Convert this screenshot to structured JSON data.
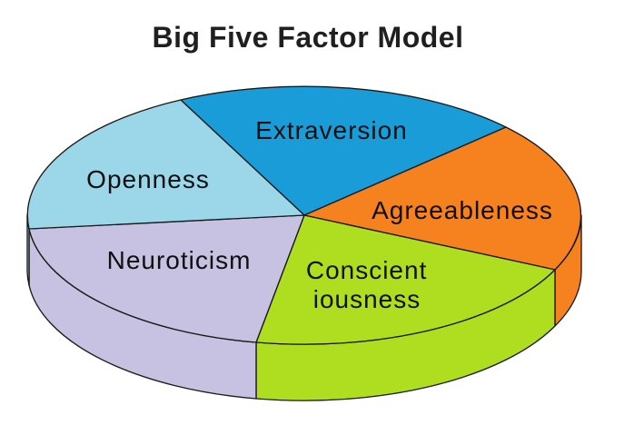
{
  "title": {
    "text": "Big Five Factor Model",
    "color": "#1f1f1f"
  },
  "chart_data": {
    "type": "pie",
    "style": "3d-exploded-none",
    "title": "Big Five Factor Model",
    "legend": "none",
    "labels_position": "inside-slices",
    "categories": [
      "Extraversion",
      "Agreeableness",
      "Conscientiousness",
      "Neuroticism",
      "Openness"
    ],
    "values": [
      20,
      20,
      20,
      20,
      20
    ],
    "outline_color": "#1a1a1a",
    "label_text_color": "#101010",
    "slices": [
      {
        "label": "Extraversion",
        "value_pct": 20,
        "color": "#1A9CD8"
      },
      {
        "label": "Agreeableness",
        "value_pct": 20,
        "color": "#F5821F"
      },
      {
        "label": "Conscientiousness",
        "value_pct": 20,
        "color": "#AFDE21",
        "label_lines": [
          "Conscient",
          "iousness"
        ]
      },
      {
        "label": "Neuroticism",
        "value_pct": 20,
        "color": "#C7C1E2"
      },
      {
        "label": "Openness",
        "value_pct": 20,
        "color": "#9CD7E9"
      }
    ]
  }
}
